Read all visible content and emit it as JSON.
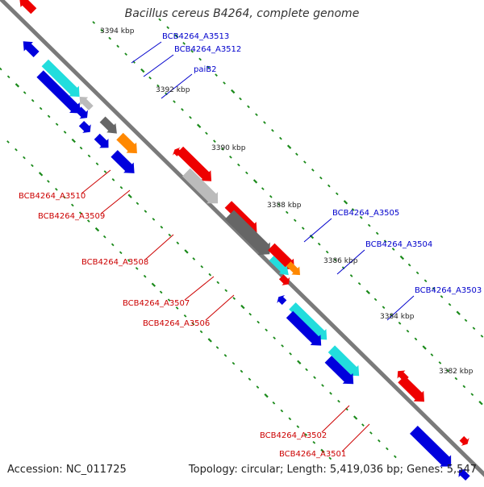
{
  "title": "Bacillus cereus B4264, complete genome",
  "footer": {
    "accession": "Accession: NC_011725",
    "summary": "Topology: circular; Length: 5,419,036 bp; Genes: 5,547"
  },
  "colors": {
    "backbone": "#7a7a7a",
    "tick": "#1a8a1a",
    "label_forward": "#0000cc",
    "label_reverse": "#cc0000",
    "gene_blue": "#0000dd",
    "gene_cyan": "#22dddd",
    "gene_red": "#ee0000",
    "gene_pink": "#ee8080",
    "gene_gray": "#bbbbbb",
    "gene_darkgray": "#666666",
    "gene_orange": "#ff8800"
  },
  "scale_labels": [
    "3394 kbp",
    "3392 kbp",
    "3390 kbp",
    "3388 kbp",
    "3386 kbp",
    "3384 kbp",
    "3382 kbp"
  ],
  "gene_labels_forward": [
    "BCB4264_A3513",
    "BCB4264_A3512",
    "paiB2",
    "BCB4264_A3505",
    "BCB4264_A3504",
    "BCB4264_A3503"
  ],
  "gene_labels_reverse": [
    "BCB4264_A3510",
    "BCB4264_A3509",
    "BCB4264_A3508",
    "BCB4264_A3507",
    "BCB4264_A3506",
    "BCB4264_A3502",
    "BCB4264_A3501"
  ]
}
